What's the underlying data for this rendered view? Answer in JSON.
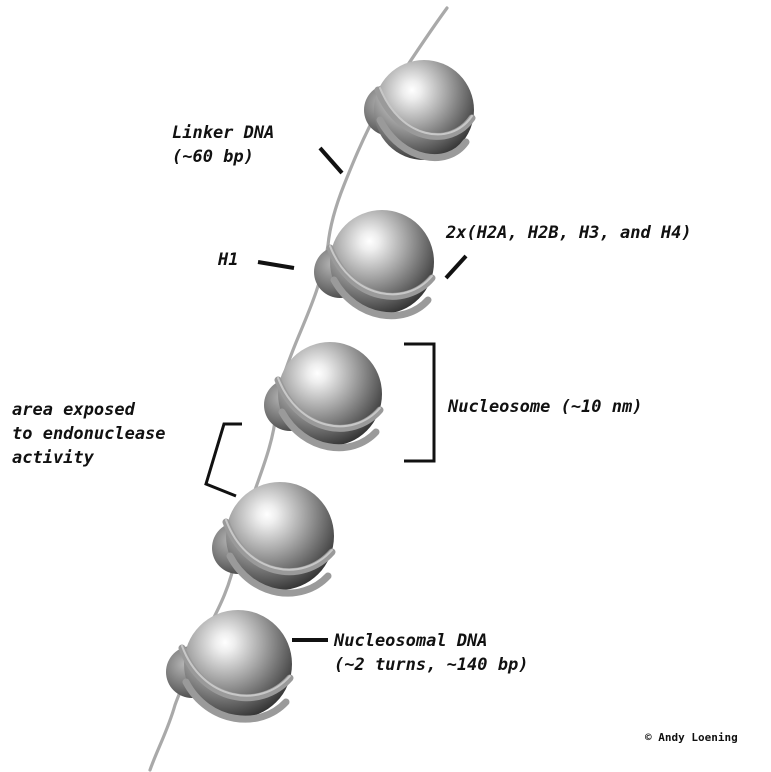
{
  "labels": {
    "linker_dna_1": "Linker DNA",
    "linker_dna_2": "(~60 bp)",
    "h1": "H1",
    "histone_octamer": "2x(H2A, H2B, H3, and H4)",
    "exposed_1": "area exposed",
    "exposed_2": "to endonuclease",
    "exposed_3": "activity",
    "nucleosome": "Nucleosome (~10 nm)",
    "nucleosomal_dna_1": "Nucleosomal DNA",
    "nucleosomal_dna_2": "(~2 turns, ~140 bp)"
  },
  "credit": "© Andy Loening"
}
